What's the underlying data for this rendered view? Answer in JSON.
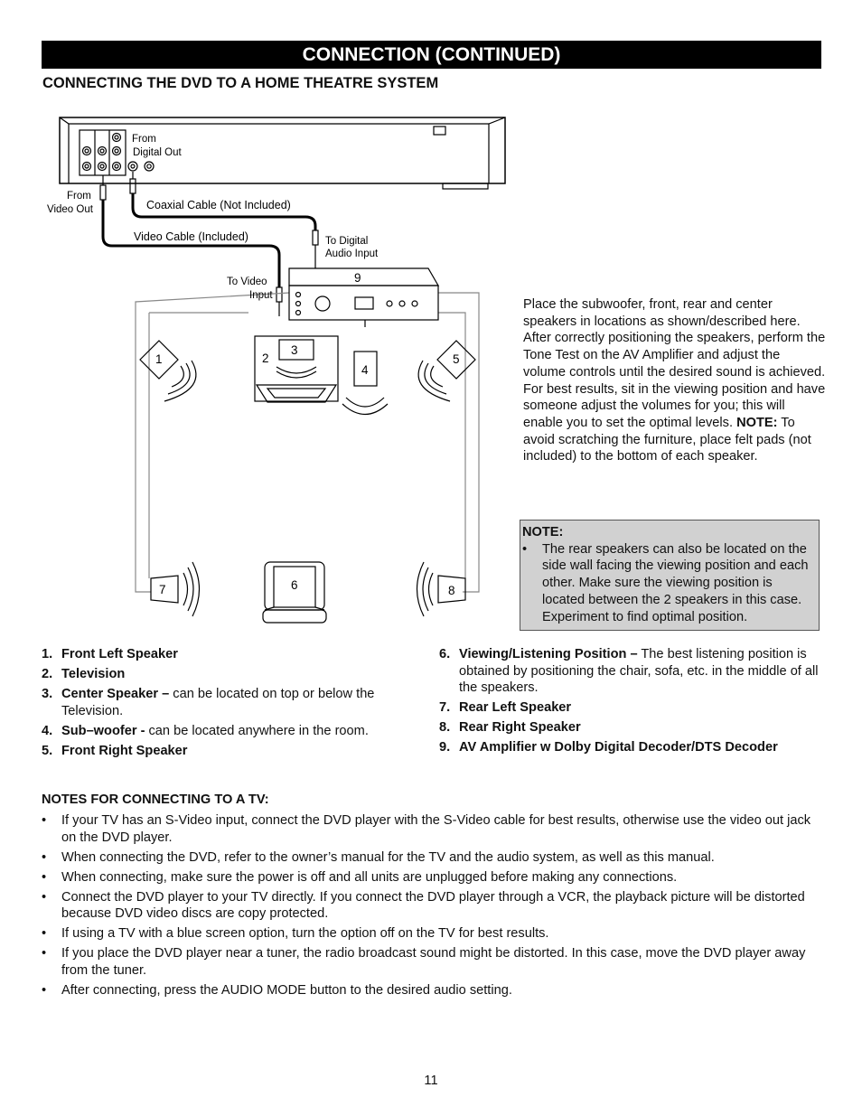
{
  "header": {
    "banner": "CONNECTION (CONTINUED)"
  },
  "section_title": "CONNECTING THE DVD TO A  HOME THEATRE SYSTEM",
  "diagram": {
    "from_digital_out_1": "From",
    "from_digital_out_2": "Digital Out",
    "from_video_out_1": "From",
    "from_video_out_2": "Video Out",
    "coaxial": "Coaxial Cable (Not Included)",
    "video_cable": "Video Cable (Included)",
    "to_digital_1": "To Digital",
    "to_digital_2": "Audio Input",
    "to_video_1": "To Video",
    "to_video_2": "Input",
    "n1": "1",
    "n2": "2",
    "n3": "3",
    "n4": "4",
    "n5": "5",
    "n6": "6",
    "n7": "7",
    "n8": "8",
    "n9": "9"
  },
  "placement_paragraph": "Place the subwoofer, front, rear and center speakers in locations as shown/described here. After correctly positioning the speakers, perform the Tone Test on the AV Amplifier and adjust the volume controls until the desired sound is achieved. For best results, sit in the viewing position and have someone adjust the volumes for you; this will enable you to set the optimal levels.",
  "placement_note_label": "NOTE:",
  "placement_note_text": " To avoid scratching the furniture, place felt pads (not included) to the bottom of each speaker.",
  "notebox": {
    "title": "NOTE:",
    "bullet": "•",
    "text": "The rear speakers can also be located on the side wall facing the viewing position and each other. Make sure the viewing position is located between the 2 speakers in this case. Experiment to find optimal position."
  },
  "legend_left": [
    {
      "num": "1.",
      "label": "Front Left Speaker",
      "desc": ""
    },
    {
      "num": "2.",
      "label": "Television",
      "desc": ""
    },
    {
      "num": "3.",
      "label": "Center Speaker –",
      "desc": " can be located on top or below the Television."
    },
    {
      "num": "4.",
      "label": "Sub–woofer -",
      "desc": " can be located anywhere in the room."
    },
    {
      "num": "5.",
      "label": "Front Right Speaker",
      "desc": ""
    }
  ],
  "legend_right": [
    {
      "num": "6.",
      "label": "Viewing/Listening Position –",
      "desc": " The best listening position is obtained by positioning the chair, sofa, etc. in the middle of all the speakers."
    },
    {
      "num": "7.",
      "label": "Rear Left Speaker",
      "desc": ""
    },
    {
      "num": "8.",
      "label": "Rear Right Speaker",
      "desc": ""
    },
    {
      "num": "9.",
      "label": "AV Amplifier w Dolby Digital Decoder/DTS Decoder",
      "desc": ""
    }
  ],
  "notes_title": "NOTES FOR CONNECTING TO A TV:",
  "notes": [
    "If your TV has an S-Video input, connect the DVD player with the S-Video cable for best results, otherwise use the video out jack on the DVD player.",
    "When connecting the DVD, refer to the owner’s manual for the TV and the audio system, as well as this manual.",
    "When connecting, make sure the power is off and all units are unplugged before making any connections.",
    "Connect the DVD player to your TV directly. If you connect the DVD player through a VCR, the playback picture will be distorted because DVD video discs are copy protected.",
    "If using a TV with a blue screen option, turn the option off on the TV for best results.",
    "If you place the DVD player near a tuner, the radio broadcast sound might be distorted. In this case, move the DVD player away from the tuner.",
    "After connecting, press the AUDIO MODE button to the desired audio setting."
  ],
  "bullet_char": "•",
  "page_number": "11"
}
